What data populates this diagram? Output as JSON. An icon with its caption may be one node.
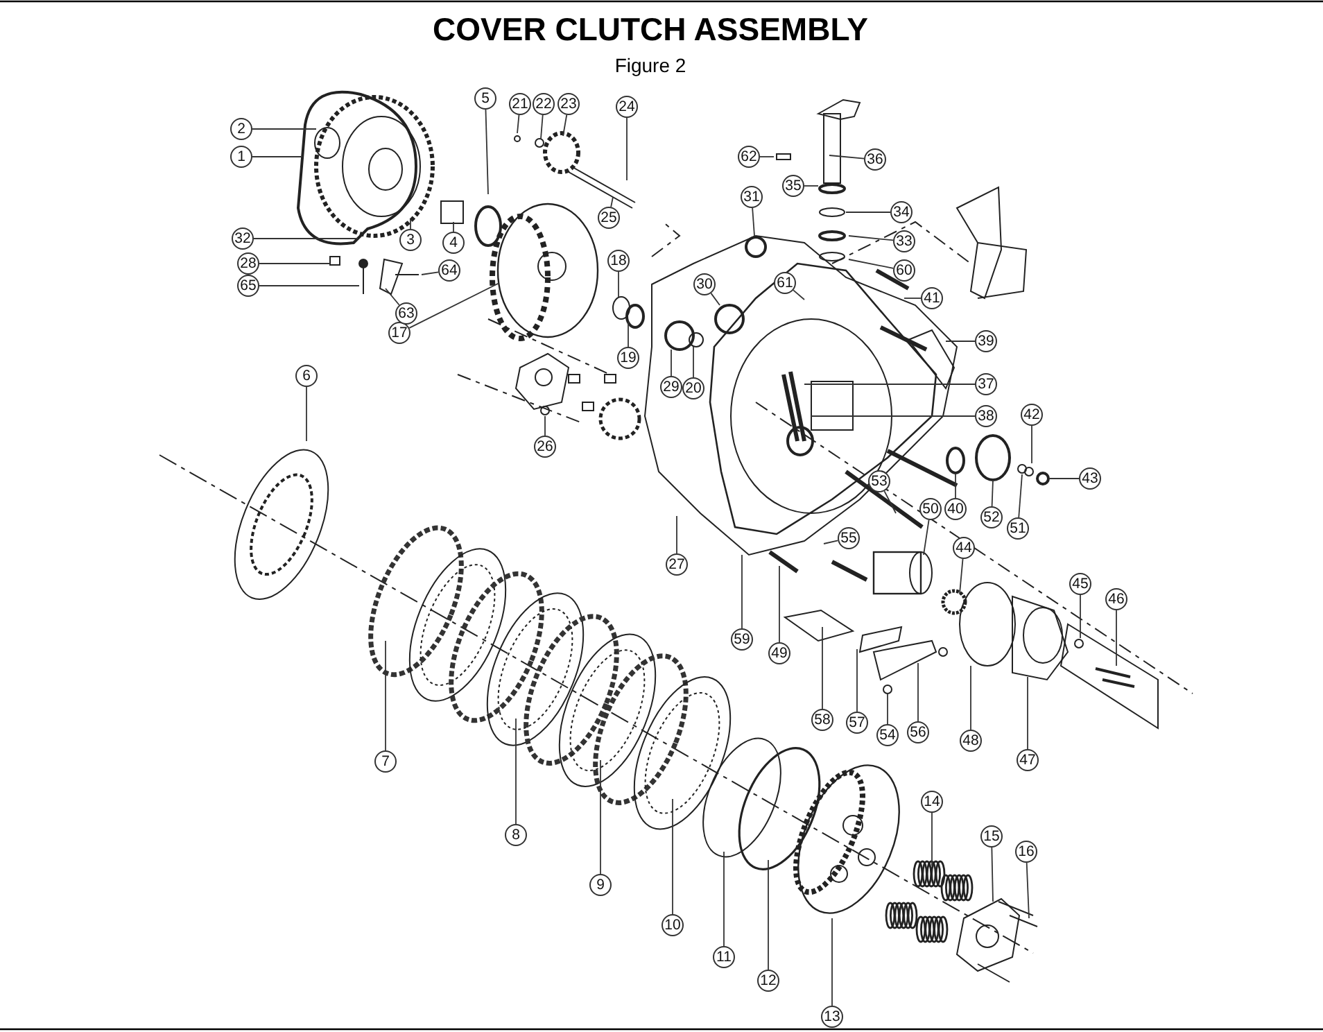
{
  "diagram": {
    "title": "COVER CLUTCH ASSEMBLY",
    "caption": "Figure 2",
    "nodes": [
      {
        "text": [
          "1"
        ]
      },
      {
        "text": [
          "2"
        ]
      },
      {
        "text": [
          "3"
        ]
      },
      {
        "text": [
          "4"
        ]
      },
      {
        "text": [
          "5"
        ]
      },
      {
        "text": [
          "6"
        ]
      },
      {
        "text": [
          "7"
        ]
      },
      {
        "text": [
          "8"
        ]
      },
      {
        "text": [
          "9"
        ]
      },
      {
        "text": [
          "10"
        ]
      },
      {
        "text": [
          "11"
        ]
      },
      {
        "text": [
          "12"
        ]
      },
      {
        "text": [
          "13"
        ]
      },
      {
        "text": [
          "14"
        ]
      },
      {
        "text": [
          "15"
        ]
      },
      {
        "text": [
          "16"
        ]
      },
      {
        "text": [
          "17"
        ]
      },
      {
        "text": [
          "18"
        ]
      },
      {
        "text": [
          "19"
        ]
      },
      {
        "text": [
          "20"
        ]
      },
      {
        "text": [
          "21"
        ]
      },
      {
        "text": [
          "22"
        ]
      },
      {
        "text": [
          "23"
        ]
      },
      {
        "text": [
          "24"
        ]
      },
      {
        "text": [
          "25"
        ]
      },
      {
        "text": [
          "26"
        ]
      },
      {
        "text": [
          "27"
        ]
      },
      {
        "text": [
          "28"
        ]
      },
      {
        "text": [
          "29"
        ]
      },
      {
        "text": [
          "30"
        ]
      },
      {
        "text": [
          "31"
        ]
      },
      {
        "text": [
          "32"
        ]
      },
      {
        "text": [
          "33"
        ]
      },
      {
        "text": [
          "34"
        ]
      },
      {
        "text": [
          "35"
        ]
      },
      {
        "text": [
          "36"
        ]
      },
      {
        "text": [
          "37"
        ]
      },
      {
        "text": [
          "38"
        ]
      },
      {
        "text": [
          "39"
        ]
      },
      {
        "text": [
          "40"
        ]
      },
      {
        "text": [
          "41"
        ]
      },
      {
        "text": [
          "42"
        ]
      },
      {
        "text": [
          "43"
        ]
      },
      {
        "text": [
          "44"
        ]
      },
      {
        "text": [
          "45"
        ]
      },
      {
        "text": [
          "46"
        ]
      },
      {
        "text": [
          "47"
        ]
      },
      {
        "text": [
          "48"
        ]
      },
      {
        "text": [
          "49"
        ]
      },
      {
        "text": [
          "50"
        ]
      },
      {
        "text": [
          "51"
        ]
      },
      {
        "text": [
          "52"
        ]
      },
      {
        "text": [
          "53"
        ]
      },
      {
        "text": [
          "54"
        ]
      },
      {
        "text": [
          "55"
        ]
      },
      {
        "text": [
          "56"
        ]
      },
      {
        "text": [
          "57"
        ]
      },
      {
        "text": [
          "58"
        ]
      },
      {
        "text": [
          "59"
        ]
      },
      {
        "text": [
          "60"
        ]
      },
      {
        "text": [
          "61"
        ]
      },
      {
        "text": [
          "62"
        ]
      },
      {
        "text": [
          "63"
        ]
      },
      {
        "text": [
          "64"
        ]
      },
      {
        "text": [
          "65"
        ]
      }
    ],
    "edges": [
      {
        "from": 0,
        "to": null,
        "arrow": "none"
      },
      {
        "from": 1,
        "to": null,
        "arrow": "none"
      },
      {
        "from": 2,
        "to": null,
        "arrow": "none"
      },
      {
        "from": 3,
        "to": null,
        "arrow": "none"
      },
      {
        "from": 4,
        "to": null,
        "arrow": "none"
      },
      {
        "from": 5,
        "to": null,
        "arrow": "none"
      },
      {
        "from": 6,
        "to": null,
        "arrow": "none"
      },
      {
        "from": 7,
        "to": null,
        "arrow": "none"
      },
      {
        "from": 8,
        "to": null,
        "arrow": "none"
      },
      {
        "from": 9,
        "to": null,
        "arrow": "none"
      },
      {
        "from": 10,
        "to": null,
        "arrow": "none"
      },
      {
        "from": 11,
        "to": null,
        "arrow": "none"
      },
      {
        "from": 12,
        "to": null,
        "arrow": "none"
      },
      {
        "from": 13,
        "to": null,
        "arrow": "none"
      },
      {
        "from": 14,
        "to": null,
        "arrow": "none"
      },
      {
        "from": 15,
        "to": null,
        "arrow": "none"
      },
      {
        "from": 16,
        "to": null,
        "arrow": "none"
      },
      {
        "from": 17,
        "to": null,
        "arrow": "none"
      },
      {
        "from": 18,
        "to": null,
        "arrow": "none"
      },
      {
        "from": 19,
        "to": null,
        "arrow": "none"
      },
      {
        "from": 20,
        "to": null,
        "arrow": "none"
      },
      {
        "from": 21,
        "to": null,
        "arrow": "none"
      },
      {
        "from": 22,
        "to": null,
        "arrow": "none"
      },
      {
        "from": 23,
        "to": null,
        "arrow": "none"
      },
      {
        "from": 24,
        "to": null,
        "arrow": "none"
      },
      {
        "from": 25,
        "to": null,
        "arrow": "none"
      },
      {
        "from": 26,
        "to": null,
        "arrow": "none"
      },
      {
        "from": 27,
        "to": null,
        "arrow": "none"
      },
      {
        "from": 28,
        "to": null,
        "arrow": "none"
      },
      {
        "from": 29,
        "to": null,
        "arrow": "none"
      },
      {
        "from": 30,
        "to": null,
        "arrow": "none"
      },
      {
        "from": 31,
        "to": null,
        "arrow": "none"
      },
      {
        "from": 32,
        "to": null,
        "arrow": "none"
      },
      {
        "from": 33,
        "to": null,
        "arrow": "none"
      },
      {
        "from": 34,
        "to": null,
        "arrow": "none"
      },
      {
        "from": 35,
        "to": null,
        "arrow": "none"
      },
      {
        "from": 36,
        "to": null,
        "arrow": "none"
      },
      {
        "from": 37,
        "to": null,
        "arrow": "none"
      },
      {
        "from": 38,
        "to": null,
        "arrow": "none"
      },
      {
        "from": 39,
        "to": null,
        "arrow": "none"
      },
      {
        "from": 40,
        "to": null,
        "arrow": "none"
      },
      {
        "from": 41,
        "to": null,
        "arrow": "none"
      },
      {
        "from": 42,
        "to": null,
        "arrow": "none"
      },
      {
        "from": 43,
        "to": null,
        "arrow": "none"
      },
      {
        "from": 44,
        "to": null,
        "arrow": "none"
      },
      {
        "from": 45,
        "to": null,
        "arrow": "none"
      },
      {
        "from": 46,
        "to": null,
        "arrow": "none"
      },
      {
        "from": 47,
        "to": null,
        "arrow": "none"
      },
      {
        "from": 48,
        "to": null,
        "arrow": "none"
      },
      {
        "from": 49,
        "to": null,
        "arrow": "none"
      },
      {
        "from": 50,
        "to": null,
        "arrow": "none"
      },
      {
        "from": 51,
        "to": null,
        "arrow": "none"
      },
      {
        "from": 52,
        "to": null,
        "arrow": "none"
      },
      {
        "from": 53,
        "to": null,
        "arrow": "none"
      },
      {
        "from": 54,
        "to": null,
        "arrow": "none"
      },
      {
        "from": 55,
        "to": null,
        "arrow": "none"
      },
      {
        "from": 56,
        "to": null,
        "arrow": "none"
      },
      {
        "from": 57,
        "to": null,
        "arrow": "none"
      },
      {
        "from": 58,
        "to": null,
        "arrow": "none"
      },
      {
        "from": 59,
        "to": null,
        "arrow": "none"
      },
      {
        "from": 60,
        "to": null,
        "arrow": "none"
      },
      {
        "from": 61,
        "to": null,
        "arrow": "none"
      },
      {
        "from": 62,
        "to": null,
        "arrow": "none"
      },
      {
        "from": 63,
        "to": null,
        "arrow": "none"
      },
      {
        "from": 64,
        "to": null,
        "arrow": "none"
      }
    ]
  }
}
